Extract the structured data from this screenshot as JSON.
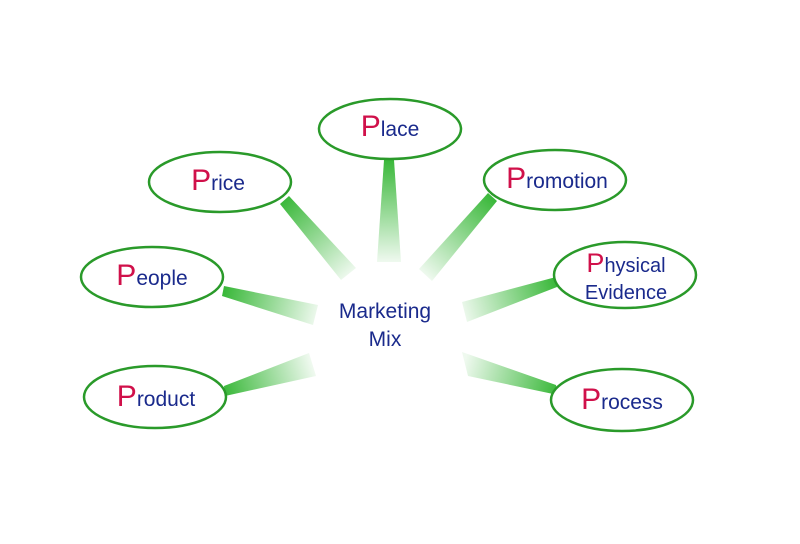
{
  "center": {
    "line1": "Marketing",
    "line2": "Mix"
  },
  "nodes": [
    {
      "id": "place",
      "initial": "P",
      "rest": "lace"
    },
    {
      "id": "price",
      "initial": "P",
      "rest": "rice"
    },
    {
      "id": "promotion",
      "initial": "P",
      "rest": "romotion"
    },
    {
      "id": "people",
      "initial": "P",
      "rest": "eople"
    },
    {
      "id": "physical-evidence",
      "initial": "P",
      "rest": "hysical",
      "line2": "Evidence"
    },
    {
      "id": "product",
      "initial": "P",
      "rest": "roduct"
    },
    {
      "id": "process",
      "initial": "P",
      "rest": "rocess"
    }
  ],
  "colors": {
    "text": "#1a2a8c",
    "initial": "#d0104a",
    "outline": "#2a9a2a",
    "connector": "#3ab83a"
  }
}
